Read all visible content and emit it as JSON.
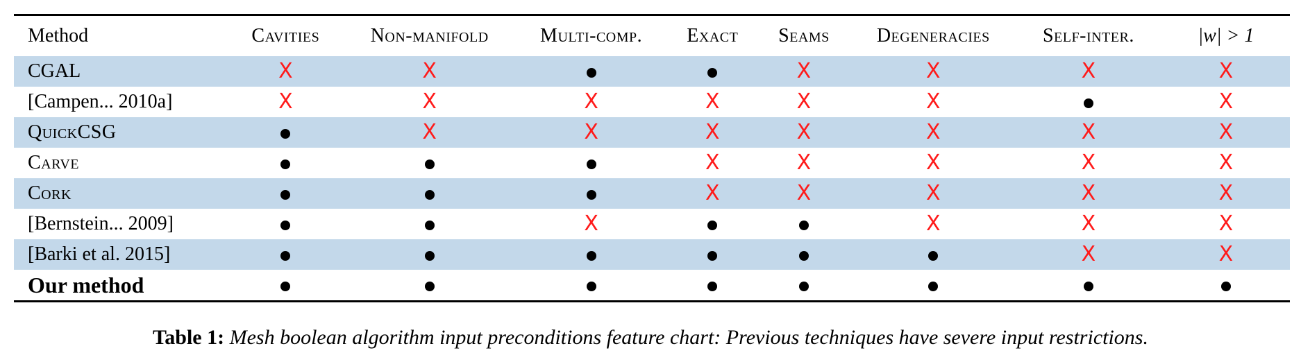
{
  "table": {
    "method_header": "Method",
    "columns": [
      {
        "label": "Cavities",
        "style": "sc"
      },
      {
        "label": "Non-manifold",
        "style": "sc"
      },
      {
        "label": "Multi-comp.",
        "style": "sc"
      },
      {
        "label": "Exact",
        "style": "sc"
      },
      {
        "label": "Seams",
        "style": "sc"
      },
      {
        "label": "Degeneracies",
        "style": "sc"
      },
      {
        "label": "Self-inter.",
        "style": "sc"
      },
      {
        "label": "|w| > 1",
        "style": "math"
      }
    ],
    "rows": [
      {
        "method": "CGAL",
        "small_caps": false,
        "bold": false,
        "shaded": true,
        "marks": [
          "cross",
          "cross",
          "dot",
          "dot",
          "cross",
          "cross",
          "cross",
          "cross"
        ]
      },
      {
        "method": "[Campen... 2010a]",
        "small_caps": false,
        "bold": false,
        "shaded": false,
        "marks": [
          "cross",
          "cross",
          "cross",
          "cross",
          "cross",
          "cross",
          "dot",
          "cross"
        ]
      },
      {
        "method": "QuickCSG",
        "small_caps": true,
        "bold": false,
        "shaded": true,
        "marks": [
          "dot",
          "cross",
          "cross",
          "cross",
          "cross",
          "cross",
          "cross",
          "cross"
        ]
      },
      {
        "method": "Carve",
        "small_caps": true,
        "bold": false,
        "shaded": false,
        "marks": [
          "dot",
          "dot",
          "dot",
          "cross",
          "cross",
          "cross",
          "cross",
          "cross"
        ]
      },
      {
        "method": "Cork",
        "small_caps": true,
        "bold": false,
        "shaded": true,
        "marks": [
          "dot",
          "dot",
          "dot",
          "cross",
          "cross",
          "cross",
          "cross",
          "cross"
        ]
      },
      {
        "method": "[Bernstein... 2009]",
        "small_caps": false,
        "bold": false,
        "shaded": false,
        "marks": [
          "dot",
          "dot",
          "cross",
          "dot",
          "dot",
          "cross",
          "cross",
          "cross"
        ]
      },
      {
        "method": "[Barki et al. 2015]",
        "small_caps": false,
        "bold": false,
        "shaded": true,
        "marks": [
          "dot",
          "dot",
          "dot",
          "dot",
          "dot",
          "dot",
          "cross",
          "cross"
        ]
      },
      {
        "method": "Our method",
        "small_caps": false,
        "bold": true,
        "shaded": false,
        "marks": [
          "dot",
          "dot",
          "dot",
          "dot",
          "dot",
          "dot",
          "dot",
          "dot"
        ]
      }
    ]
  },
  "caption": {
    "label": "Table 1:",
    "text": "Mesh boolean algorithm input preconditions feature chart: Previous techniques have severe input restrictions."
  },
  "glyphs": {
    "cross": "X"
  },
  "colors": {
    "shaded_row": "#c3d8ea",
    "cross": "#ff1a1a",
    "dot": "#000000"
  }
}
